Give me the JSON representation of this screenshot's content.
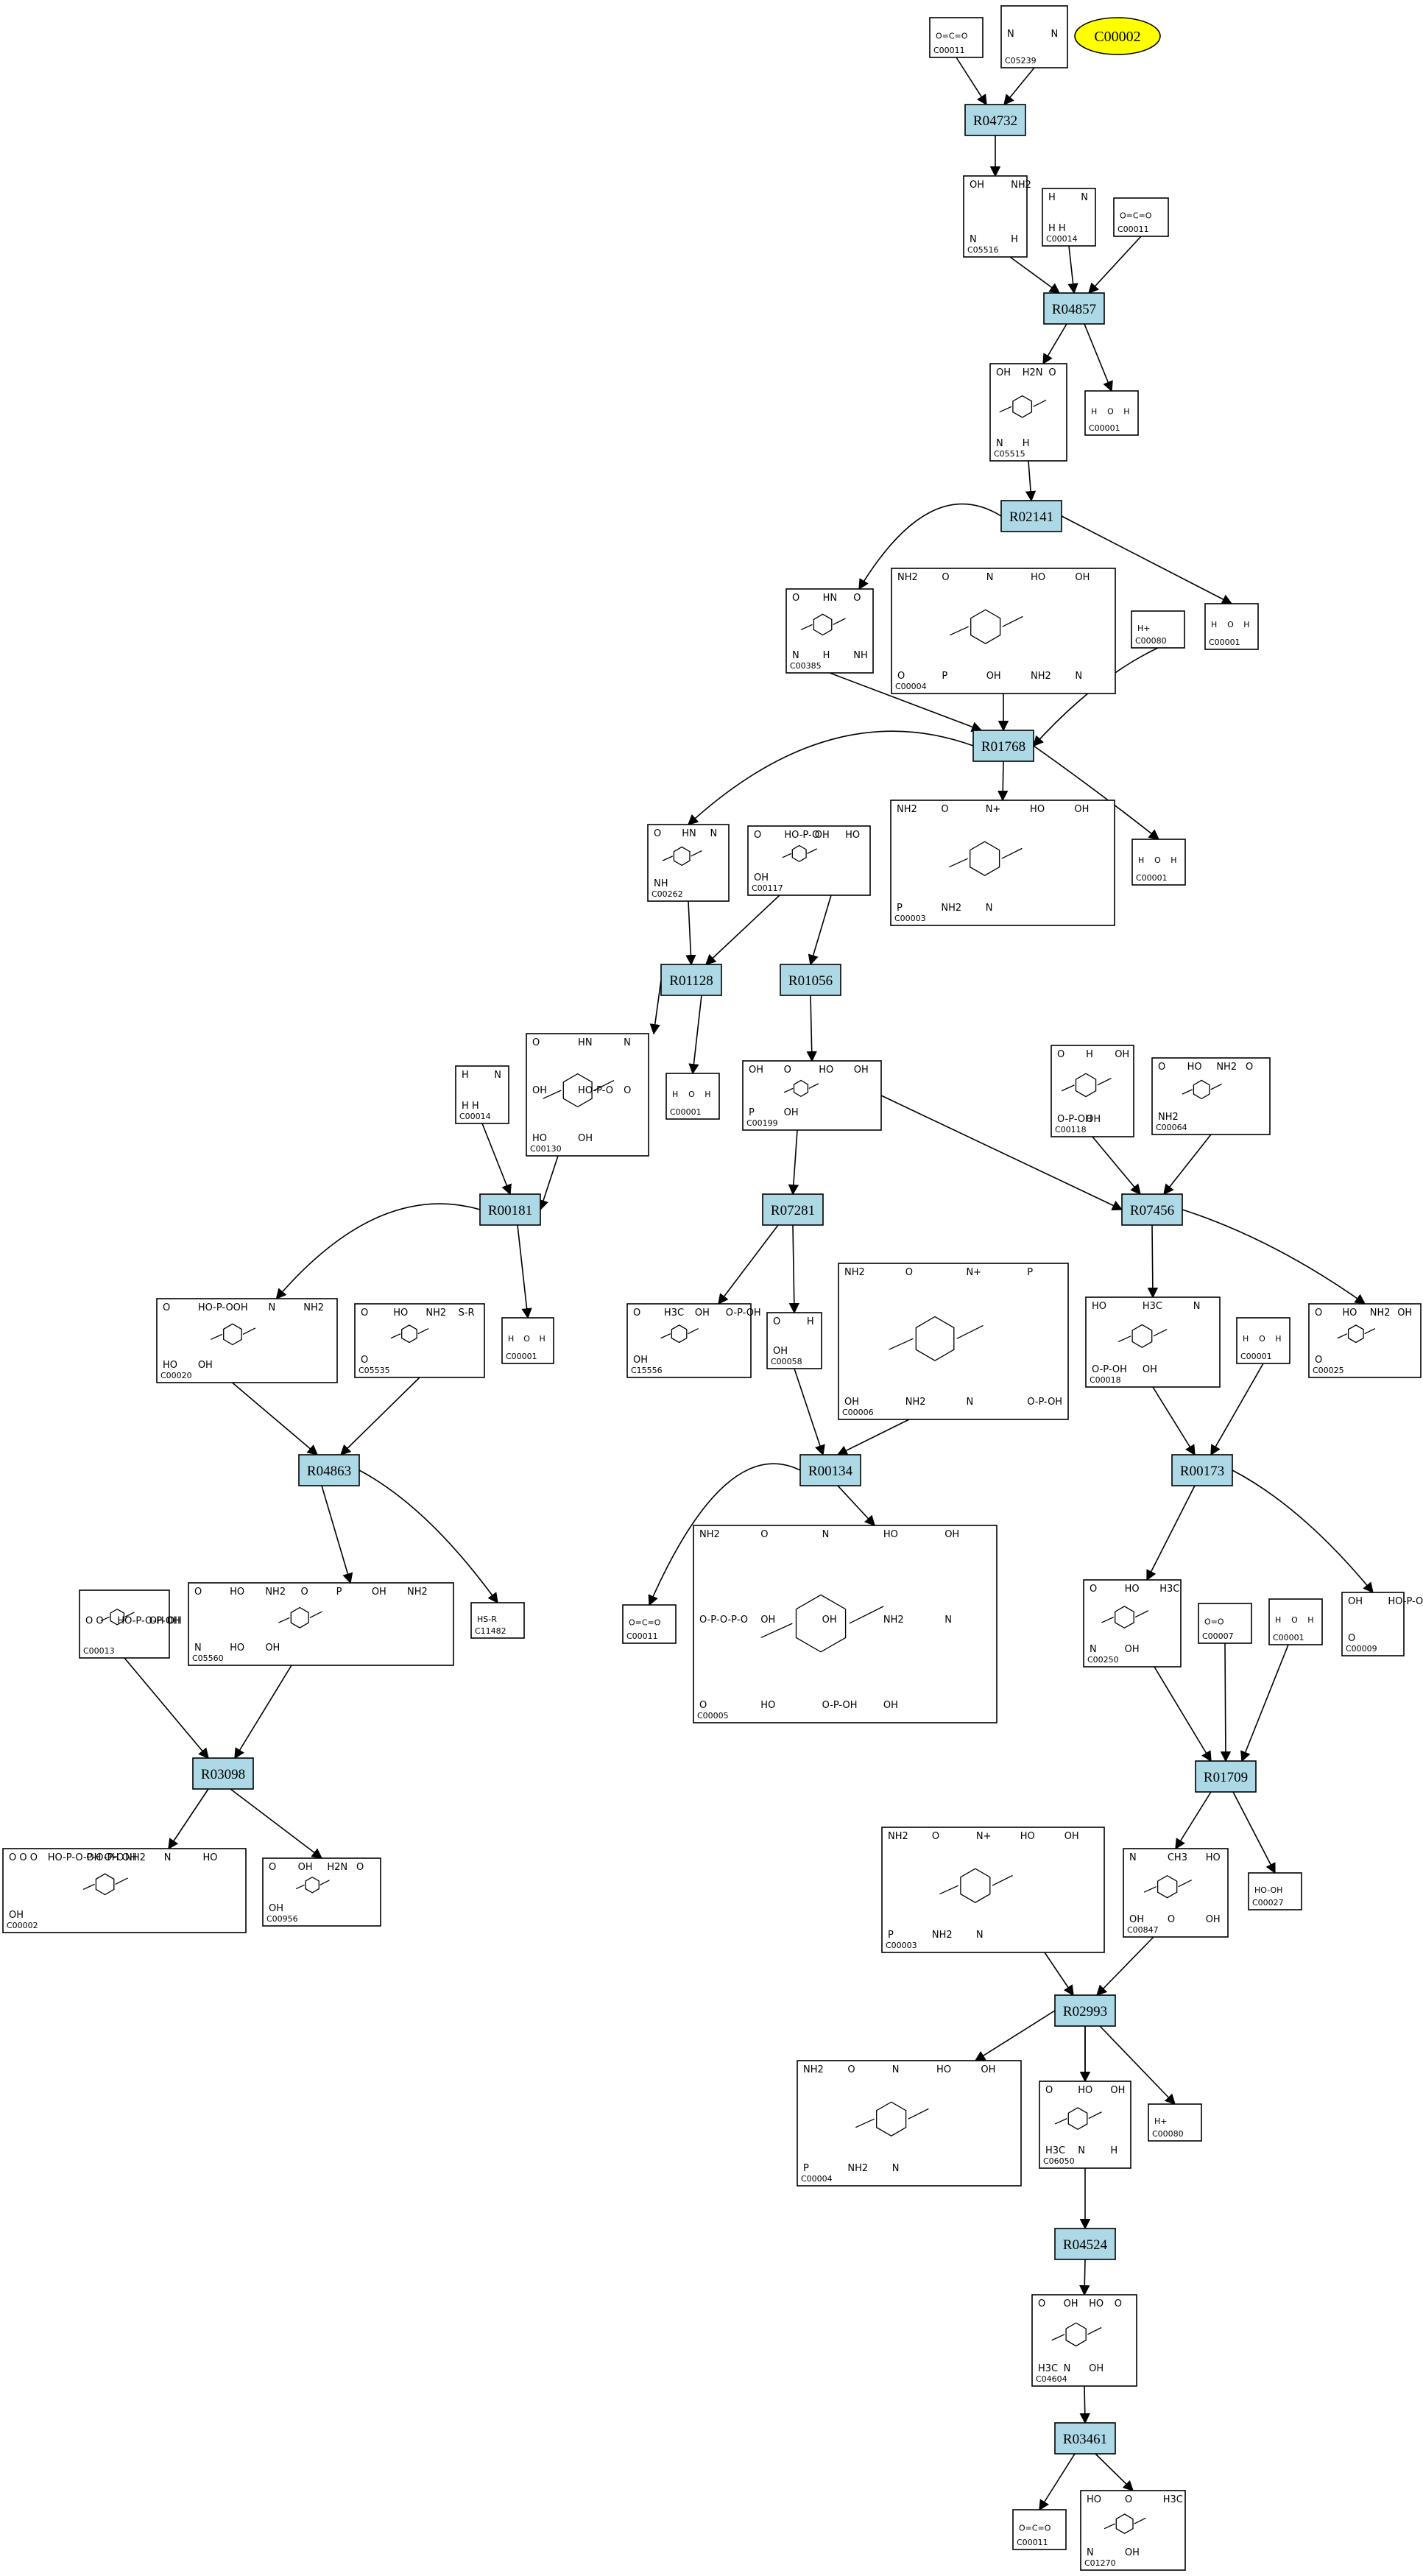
{
  "highlight": {
    "label": "C00002",
    "color": "#ffff00"
  },
  "colors": {
    "reaction_fill": "#add8e6",
    "compound_fill": "#ffffff",
    "stroke": "#000000"
  },
  "reactions": {
    "R04732": "R04732",
    "R04857": "R04857",
    "R02141": "R02141",
    "R01768": "R01768",
    "R01128": "R01128",
    "R01056": "R01056",
    "R00181": "R00181",
    "R07281": "R07281",
    "R07456": "R07456",
    "R04863": "R04863",
    "R00134": "R00134",
    "R00173": "R00173",
    "R03098": "R03098",
    "R01709": "R01709",
    "R02993": "R02993",
    "R04524": "R04524",
    "R03461": "R03461"
  },
  "compounds": {
    "c00011a": {
      "id": "C00011",
      "chem": [
        "O=C=O"
      ]
    },
    "c05239": {
      "id": "C05239",
      "chem": [
        "N",
        "N"
      ]
    },
    "c05516": {
      "id": "C05516",
      "chem": [
        "OH",
        "NH2",
        "N",
        "H"
      ]
    },
    "c00014a": {
      "id": "C00014",
      "chem": [
        "H",
        "N",
        "H  H"
      ]
    },
    "c00011b": {
      "id": "C00011",
      "chem": [
        "O=C=O"
      ]
    },
    "c05515": {
      "id": "C05515",
      "chem": [
        "OH",
        "H2N",
        "O",
        "N",
        "H"
      ]
    },
    "c00001a": {
      "id": "C00001",
      "chem": [
        "H",
        "O",
        "H"
      ]
    },
    "c00385": {
      "id": "C00385",
      "chem": [
        "O",
        "HN",
        "O",
        "N",
        "H",
        "NH"
      ]
    },
    "c00004a": {
      "id": "C00004",
      "chem": [
        "NH2",
        "O",
        "N",
        "HO",
        "OH",
        "O",
        "P",
        "OH",
        "NH2",
        "N"
      ]
    },
    "c00080a": {
      "id": "C00080",
      "chem": [
        "H+"
      ]
    },
    "c00001b": {
      "id": "C00001",
      "chem": [
        "H",
        "O",
        "H"
      ]
    },
    "c00262": {
      "id": "C00262",
      "chem": [
        "O",
        "HN",
        "N",
        "NH"
      ]
    },
    "c00117": {
      "id": "C00117",
      "chem": [
        "O",
        "HO-P-O",
        "OH",
        "HO",
        "OH"
      ]
    },
    "c00003a": {
      "id": "C00003",
      "chem": [
        "NH2",
        "O",
        "N+",
        "HO",
        "OH",
        "P",
        "NH2",
        "N"
      ]
    },
    "c00001c": {
      "id": "C00001",
      "chem": [
        "H",
        "O",
        "H"
      ]
    },
    "c00014b": {
      "id": "C00014",
      "chem": [
        "H",
        "N",
        "H  H"
      ]
    },
    "c00130": {
      "id": "C00130",
      "chem": [
        "O",
        "HN",
        "N",
        "OH",
        "HO-P-O",
        "O",
        "HO",
        "OH"
      ]
    },
    "c00001d": {
      "id": "C00001",
      "chem": [
        "H",
        "O",
        "H"
      ]
    },
    "c00199": {
      "id": "C00199",
      "chem": [
        "OH",
        "O",
        "HO",
        "OH",
        "P",
        "OH"
      ]
    },
    "c00118": {
      "id": "C00118",
      "chem": [
        "O",
        "H",
        "OH",
        "O-P-OH",
        "OH"
      ]
    },
    "c00064": {
      "id": "C00064",
      "chem": [
        "O",
        "HO",
        "NH2",
        "O",
        "NH2"
      ]
    },
    "c00020": {
      "id": "C00020",
      "chem": [
        "O",
        "HO-P-O",
        "OH",
        "N",
        "NH2",
        "HO",
        "OH"
      ]
    },
    "c05535": {
      "id": "C05535",
      "chem": [
        "O",
        "HO",
        "NH2",
        "S-R",
        "O"
      ]
    },
    "c00001e": {
      "id": "C00001",
      "chem": [
        "H",
        "O",
        "H"
      ]
    },
    "c15556": {
      "id": "C15556",
      "chem": [
        "O",
        "H3C",
        "OH",
        "O-P-OH",
        "OH"
      ]
    },
    "c00058": {
      "id": "C00058",
      "chem": [
        "O",
        "H",
        "OH"
      ]
    },
    "c00006": {
      "id": "C00006",
      "chem": [
        "NH2",
        "O",
        "N+",
        "P",
        "OH",
        "NH2",
        "N",
        "O-P-OH"
      ]
    },
    "c00018": {
      "id": "C00018",
      "chem": [
        "HO",
        "H3C",
        "N",
        "O-P-OH",
        "OH"
      ]
    },
    "c00001f": {
      "id": "C00001",
      "chem": [
        "H",
        "O",
        "H"
      ]
    },
    "c00025": {
      "id": "C00025",
      "chem": [
        "O",
        "HO",
        "NH2",
        "OH",
        "O"
      ]
    },
    "c00013": {
      "id": "C00013",
      "chem": [
        "O  O",
        "HO-P-O-P-OH",
        "OH  OH"
      ]
    },
    "c05560": {
      "id": "C05560",
      "chem": [
        "O",
        "HO",
        "NH2",
        "O",
        "P",
        "OH",
        "NH2",
        "N",
        "HO",
        "OH"
      ]
    },
    "c11482": {
      "id": "C11482",
      "chem": [
        "HS-R"
      ]
    },
    "c00011c": {
      "id": "C00011",
      "chem": [
        "O=C=O"
      ]
    },
    "c00005": {
      "id": "C00005",
      "chem": [
        "NH2",
        "O",
        "N",
        "HO",
        "OH",
        "O-P-O-P-O",
        "OH",
        "OH",
        "NH2",
        "N",
        "O",
        "HO",
        "O-P-OH",
        "OH"
      ]
    },
    "c00250": {
      "id": "C00250",
      "chem": [
        "O",
        "HO",
        "H3C",
        "N",
        "OH"
      ]
    },
    "c00007": {
      "id": "C00007",
      "chem": [
        "O=O"
      ]
    },
    "c00001g": {
      "id": "C00001",
      "chem": [
        "H",
        "O",
        "H"
      ]
    },
    "c00009": {
      "id": "C00009",
      "chem": [
        "OH",
        "HO-P-OH",
        "O"
      ]
    },
    "c00002": {
      "id": "C00002",
      "chem": [
        "O  O  O",
        "HO-P-O-P-O-P-O",
        "OH  OH  OH",
        "NH2",
        "N",
        "HO",
        "OH"
      ]
    },
    "c00956": {
      "id": "C00956",
      "chem": [
        "O",
        "OH",
        "H2N",
        "O",
        "OH"
      ]
    },
    "c00003b": {
      "id": "C00003",
      "chem": [
        "NH2",
        "O",
        "N+",
        "HO",
        "OH",
        "P",
        "NH2",
        "N"
      ]
    },
    "c00847": {
      "id": "C00847",
      "chem": [
        "N",
        "CH3",
        "HO",
        "OH",
        "O",
        "OH"
      ]
    },
    "c00027": {
      "id": "C00027",
      "chem": [
        "HO-OH"
      ]
    },
    "c00004b": {
      "id": "C00004",
      "chem": [
        "NH2",
        "O",
        "N",
        "HO",
        "OH",
        "P",
        "NH2",
        "N"
      ]
    },
    "c06050": {
      "id": "C06050",
      "chem": [
        "O",
        "HO",
        "OH",
        "H3C",
        "N",
        "H"
      ]
    },
    "c00080b": {
      "id": "C00080",
      "chem": [
        "H+"
      ]
    },
    "c04604": {
      "id": "C04604",
      "chem": [
        "O",
        "OH",
        "HO",
        "O",
        "H3C",
        "N",
        "OH"
      ]
    },
    "c00011d": {
      "id": "C00011",
      "chem": [
        "O=C=O"
      ]
    },
    "c01270": {
      "id": "C01270",
      "chem": [
        "HO",
        "O",
        "H3C",
        "N",
        "OH"
      ]
    }
  }
}
